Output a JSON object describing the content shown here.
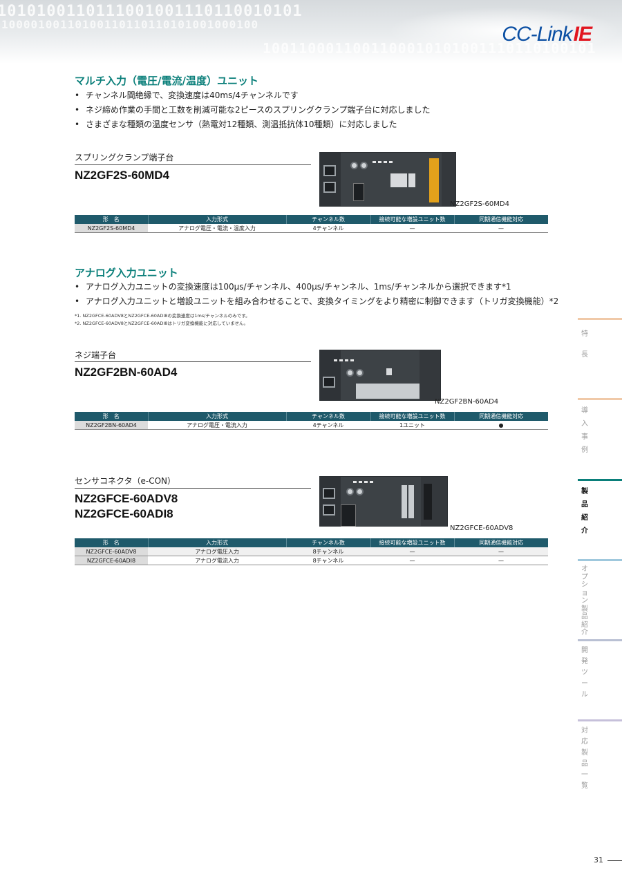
{
  "logo": {
    "cc_text": "CC-Link",
    "ie_text": "IE"
  },
  "decor": {
    "binary_line1": "1010100110111001001110110010101",
    "binary_line2": "10000100110100110110110101001000100",
    "binary_line3": "1001100011001100010101001110110100101"
  },
  "section1": {
    "title": "マルチ入力（電圧/電流/温度）ユニット",
    "bullets": [
      "チャンネル間絶縁で、変換速度は40ms/4チャンネルです",
      "ネジ締め作業の手間と工数を削減可能な2ピースのスプリングクランプ端子台に対応しました",
      "さまざまな種類の温度センサ（熱電対12種類、測温抵抗体10種類）に対応しました"
    ],
    "product": {
      "label": "スプリングクランプ端子台",
      "name_lines": [
        "NZ2GF2S-60MD4"
      ],
      "caption": "NZ2GF2S-60MD4"
    },
    "rows": [
      [
        "NZ2GF2S-60MD4",
        "アナログ電圧・電流・温度入力",
        "4チャンネル",
        "—",
        "—"
      ]
    ]
  },
  "section2": {
    "title": "アナログ入力ユニット",
    "bullets": [
      "アナログ入力ユニットの変換速度は100µs/チャンネル、400µs/チャンネル、1ms/チャンネルから選択できます*1",
      "アナログ入力ユニットと増設ユニットを組み合わせることで、変換タイミングをより精密に制御できます（トリガ変換機能）*2"
    ],
    "notes": [
      "*1.  NZ2GFCE-60ADV8とNZ2GFCE-60ADI8の変換速度は1ms/チャンネルのみです。",
      "*2.  NZ2GFCE-60ADV8とNZ2GFCE-60ADI8はトリガ変換機能に対応していません。"
    ]
  },
  "product2": {
    "label": "ネジ端子台",
    "name_lines": [
      "NZ2GF2BN-60AD4"
    ],
    "caption": "NZ2GF2BN-60AD4",
    "rows": [
      [
        "NZ2GF2BN-60AD4",
        "アナログ電圧・電流入力",
        "4チャンネル",
        "1ユニット",
        "●"
      ]
    ]
  },
  "product3": {
    "label": "センサコネクタ（e-CON）",
    "name_lines": [
      "NZ2GFCE-60ADV8",
      "NZ2GFCE-60ADI8"
    ],
    "caption": "NZ2GFCE-60ADV8",
    "rows": [
      [
        "NZ2GFCE-60ADV8",
        "アナログ電圧入力",
        "8チャンネル",
        "—",
        "—"
      ],
      [
        "NZ2GFCE-60ADI8",
        "アナログ電流入力",
        "8チャンネル",
        "—",
        "—"
      ]
    ]
  },
  "table_headers": [
    "形　名",
    "入力形式",
    "チャンネル数",
    "接続可能な増設ユニット数",
    "同期通信機能対応"
  ],
  "side_nav": [
    {
      "label": "特長",
      "color": "#f0c9a8",
      "active": false
    },
    {
      "label": "導入事例",
      "color": "#f0c9a8",
      "active": false
    },
    {
      "label": "製品紹介",
      "color": "#0a7f7a",
      "active": true
    },
    {
      "label": "オプション製品紹介",
      "color": "#9fc8dd",
      "active": false
    },
    {
      "label": "開発ツール",
      "color": "#b9c0d3",
      "active": false
    },
    {
      "label": "対応製品一覧",
      "color": "#c6c0da",
      "active": false
    }
  ],
  "page_number": "31"
}
